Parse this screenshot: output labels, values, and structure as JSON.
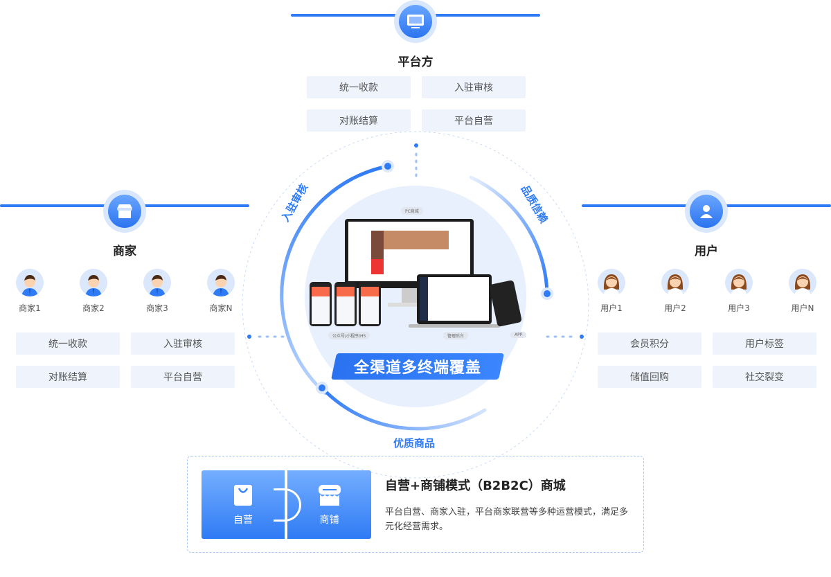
{
  "platform": {
    "title": "平台方",
    "icon": "monitor-icon",
    "tags": [
      "统一收款",
      "入驻审核",
      "对账结算",
      "平台自营"
    ]
  },
  "merchant": {
    "title": "商家",
    "icon": "store-icon",
    "members": [
      "商家1",
      "商家2",
      "商家3",
      "商家N"
    ],
    "tags": [
      "统一收款",
      "入驻审核",
      "对账结算",
      "平台自营"
    ]
  },
  "user": {
    "title": "用户",
    "icon": "user-icon",
    "members": [
      "用户1",
      "用户2",
      "用户3",
      "用户N"
    ],
    "tags": [
      "会员积分",
      "用户标签",
      "储值回购",
      "社交裂变"
    ]
  },
  "center": {
    "banner": "全渠道多终端覆盖",
    "arc_labels": {
      "left": "入驻审核",
      "right": "品质信赖",
      "bottom": "优质商品"
    },
    "device_labels": {
      "pc": "PC商城",
      "mobile": "公众号/小程序/H5",
      "admin": "管理后台",
      "app": "APP"
    }
  },
  "bottom": {
    "blocks": [
      {
        "label": "自营",
        "icon": "shopping-bag-icon"
      },
      {
        "label": "商铺",
        "icon": "store-icon"
      }
    ],
    "title": "自营+商铺模式（B2B2C）商城",
    "description": "平台自营、商家入驻，平台商家联营等多种运营模式，满足多元化经营需求。"
  },
  "colors": {
    "accent": "#2f7bf5",
    "tag_bg": "#eef3fc",
    "inner_circle": "#e8f0fd"
  }
}
